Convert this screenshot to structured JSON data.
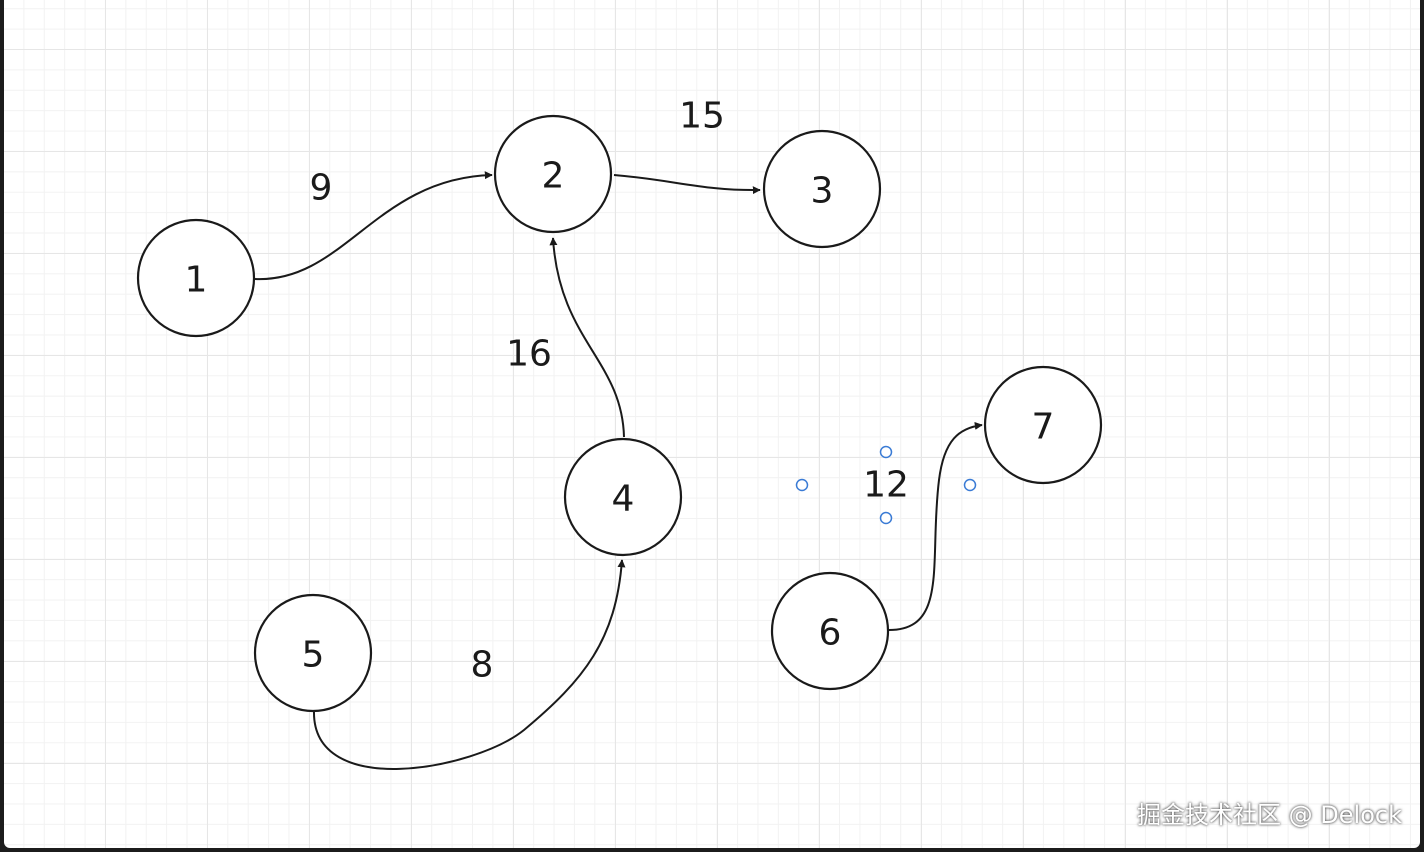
{
  "chart_data": {
    "type": "directed-graph",
    "nodes": [
      {
        "id": "1",
        "label": "1"
      },
      {
        "id": "2",
        "label": "2"
      },
      {
        "id": "3",
        "label": "3"
      },
      {
        "id": "4",
        "label": "4"
      },
      {
        "id": "5",
        "label": "5"
      },
      {
        "id": "6",
        "label": "6"
      },
      {
        "id": "7",
        "label": "7"
      }
    ],
    "edges": [
      {
        "from": "1",
        "to": "2",
        "weight": "9"
      },
      {
        "from": "2",
        "to": "3",
        "weight": "15"
      },
      {
        "from": "4",
        "to": "2",
        "weight": "16"
      },
      {
        "from": "5",
        "to": "4",
        "weight": "8"
      },
      {
        "from": "6",
        "to": "7",
        "weight": "12",
        "selected": true
      }
    ]
  },
  "watermark": "掘金技术社区 @ Delock",
  "colors": {
    "stroke": "#1a1a1a",
    "selection_handle": "#3a7bd5",
    "grid": "#e6e6e6"
  }
}
